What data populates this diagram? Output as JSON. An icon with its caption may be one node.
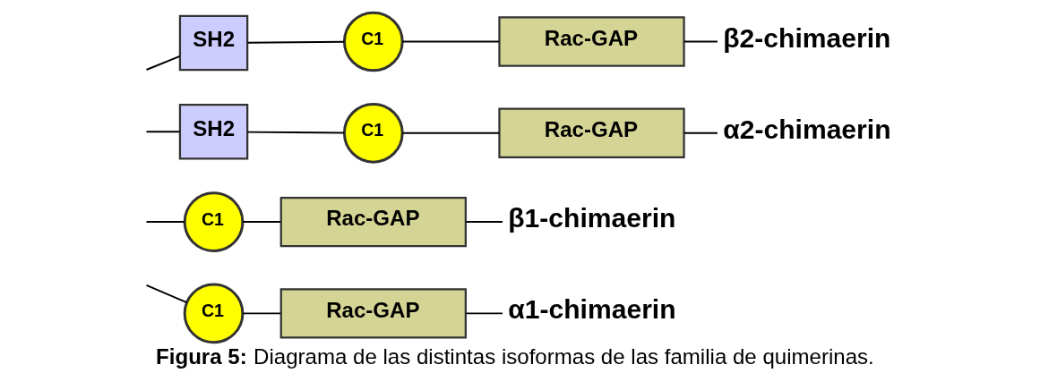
{
  "diagram": {
    "caption": "**Figura 5:** Diagrama de las distintas isoformas de las familia de quimerinas.",
    "nodes": [
      {
        "text": [
          "C1"
        ]
      },
      {
        "text": [
          "Rac-GAP"
        ]
      },
      {
        "text": [
          "α1-chimaerin"
        ]
      },
      {
        "text": [
          "C1"
        ]
      },
      {
        "text": [
          "Rac-GAP"
        ]
      },
      {
        "text": [
          "β1-chimaerin"
        ]
      },
      {
        "text": [
          "SH2"
        ]
      },
      {
        "text": [
          "C1"
        ]
      },
      {
        "text": [
          "Rac-GAP"
        ]
      },
      {
        "text": [
          "α2-chimaerin"
        ]
      },
      {
        "text": [
          "SH2"
        ]
      },
      {
        "text": [
          "C1"
        ]
      },
      {
        "text": [
          "Rac-GAP"
        ]
      },
      {
        "text": [
          "β2-chimaerin"
        ]
      }
    ],
    "edges": [
      {
        "from": null,
        "to": 0,
        "arrow": "none"
      },
      {
        "from": 0,
        "to": 1,
        "arrow": "none"
      },
      {
        "from": 1,
        "to": 2,
        "arrow": "none"
      },
      {
        "from": null,
        "to": 3,
        "arrow": "none"
      },
      {
        "from": 3,
        "to": 4,
        "arrow": "none"
      },
      {
        "from": 4,
        "to": 5,
        "arrow": "none"
      },
      {
        "from": null,
        "to": 6,
        "arrow": "none"
      },
      {
        "from": 6,
        "to": 7,
        "arrow": "none"
      },
      {
        "from": 7,
        "to": 8,
        "arrow": "none"
      },
      {
        "from": 8,
        "to": 9,
        "arrow": "none"
      },
      {
        "from": null,
        "to": 10,
        "arrow": "none"
      },
      {
        "from": 10,
        "to": 11,
        "arrow": "none"
      },
      {
        "from": 11,
        "to": 12,
        "arrow": "none"
      },
      {
        "from": 12,
        "to": 13,
        "arrow": "none"
      }
    ]
  }
}
